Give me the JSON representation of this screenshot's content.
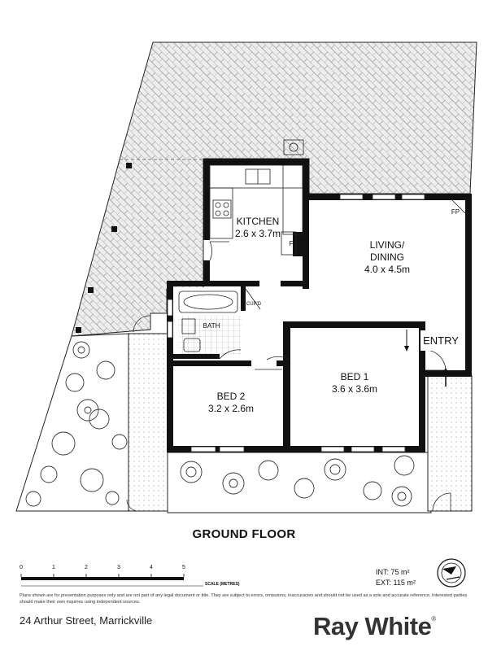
{
  "rooms": {
    "kitchen": {
      "name": "KITCHEN",
      "size": "2.6 x 3.7m"
    },
    "living": {
      "name_line1": "LIVING/",
      "name_line2": "DINING",
      "size": "4.0 x 4.5m"
    },
    "bed1": {
      "name": "BED 1",
      "size": "3.6 x 3.6m"
    },
    "bed2": {
      "name": "BED 2",
      "size": "3.2 x 2.6m"
    },
    "bath": {
      "name": "BATH"
    },
    "entry": {
      "name": "ENTRY"
    }
  },
  "fixtures": {
    "fireplace": "FP",
    "fridge": "F",
    "cupboard": "CUP'D"
  },
  "floor_title": "GROUND FLOOR",
  "scale": {
    "ticks": [
      "0",
      "1",
      "2",
      "3",
      "4",
      "5"
    ],
    "caption": "SCALE (METRES)"
  },
  "areas": {
    "internal": "INT: 75 m²",
    "external": "EXT: 115 m²"
  },
  "disclaimer": "Plans shown are for presentation purposes only and are not part of any legal document or title. They are subject to errors, omissions, inaccuracies and should not be used as a sole and accurate reference. Interested parties should make their own inquiries using independent sources.",
  "address": "24 Arthur Street, Marrickville",
  "brand": {
    "name": "Ray White",
    "mark": "®"
  },
  "colors": {
    "wall": "#111111",
    "paving": "#e6e6e6",
    "text": "#111111"
  }
}
